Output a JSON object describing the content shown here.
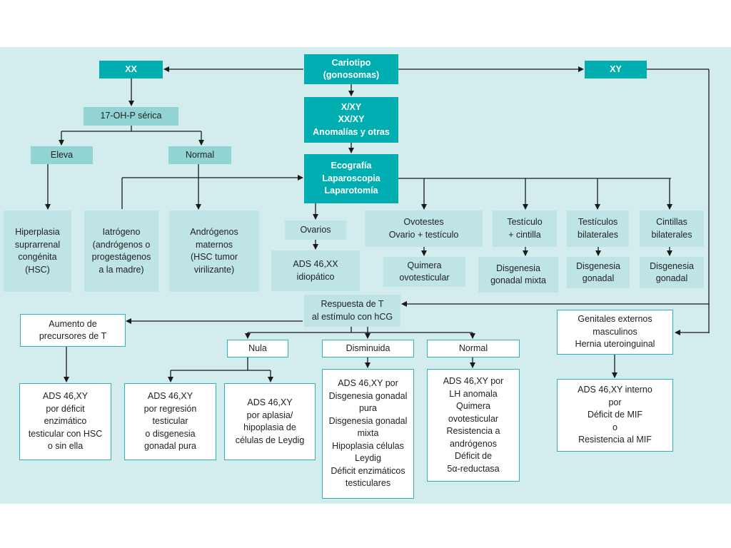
{
  "diagram": {
    "nodes": {
      "cariotipo": "Cariotipo\n(gonosomas)",
      "xx": "XX",
      "xy": "XY",
      "anomalias": "X/XY\nXX/XY\nAnomalías y otras",
      "ohp": "17-OH-P sérica",
      "eleva": "Eleva",
      "normal_ohp": "Normal",
      "imagen": "Ecografía\nLaparoscopia\nLaparotomía",
      "hiperplasia": "Hiperplasia\nsuprarrenal\ncongénita\n(HSC)",
      "iatrogeno": "Iatrógeno\n(andrógenos o\nprogestágenos\na la madre)",
      "androgenos_maternos": "Andrógenos\nmaternos\n(HSC tumor\nvirilizante)",
      "ovarios": "Ovarios",
      "ads_xx": "ADS 46,XX\nidiopático",
      "ovotestes": "Ovotestes\nOvario + testículo",
      "quimera": "Quimera\novotesticular",
      "testiculo_cintilla": "Testículo\n+ cintilla",
      "disgenesia_mixta": "Disgenesia\ngonadal mixta",
      "testiculos_bilaterales": "Testículos\nbilaterales",
      "disgenesia_1": "Disgenesia\ngonadal",
      "cintillas_bilaterales": "Cintillas\nbilaterales",
      "disgenesia_2": "Disgenesia\ngonadal",
      "respuesta_t": "Respuesta de T\nal estímulo con hCG",
      "aumento_precursores": "Aumento de\nprecursores de T",
      "genitales_externos": "Genitales externos\nmasculinos\nHernia uteroinguinal",
      "nula": "Nula",
      "disminuida": "Disminuida",
      "normal_t": "Normal",
      "ads_deficit_enzimatico": "ADS 46,XY\npor déficit\nenzimático\ntesticular con HSC\no sin ella",
      "ads_regresion": "ADS 46,XY\npor regresión\ntesticular\no disgenesia\ngonadal pura",
      "ads_aplasia": "ADS 46,XY\npor aplasia/\nhipoplasia de\ncélulas de Leydig",
      "ads_disminuida": "ADS 46,XY por\nDisgenesia gonadal\npura\nDisgenesia gonadal\nmixta\nHipoplasia células\nLeydig\nDéficit enzimáticos\ntesticulares",
      "ads_normal": "ADS 46,XY por\nLH anomala\nQuimera ovotesticular\nResistencia a\nandrógenos\nDéficit de\n5α-reductasa",
      "ads_interno": "ADS 46,XY interno\npor\nDéficit de MIF\no\nResistencia al MIF"
    },
    "colors": {
      "panel": "#d3ecee",
      "dark_box": "#00adb0",
      "mid_box": "#92d3d4",
      "light_box": "#bfe4e6",
      "outline": "#2bb3b6",
      "line": "#1a1a1a"
    }
  }
}
